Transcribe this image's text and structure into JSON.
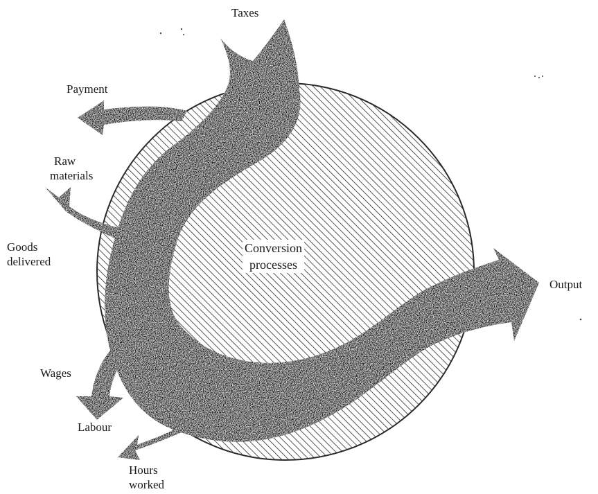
{
  "diagram": {
    "center": {
      "line1": "Conversion",
      "line2": "processes"
    },
    "labels": {
      "taxes": "Taxes",
      "payment": "Payment",
      "raw_materials_1": "Raw",
      "raw_materials_2": "materials",
      "goods_delivered_1": "Goods",
      "goods_delivered_2": "delivered",
      "output": "Output",
      "wages": "Wages",
      "labour": "Labour",
      "hours_worked_1": "Hours",
      "hours_worked_2": "worked"
    },
    "colors": {
      "flow": "#141414",
      "hatch": "#2a2a2a",
      "background": "#ffffff"
    }
  }
}
